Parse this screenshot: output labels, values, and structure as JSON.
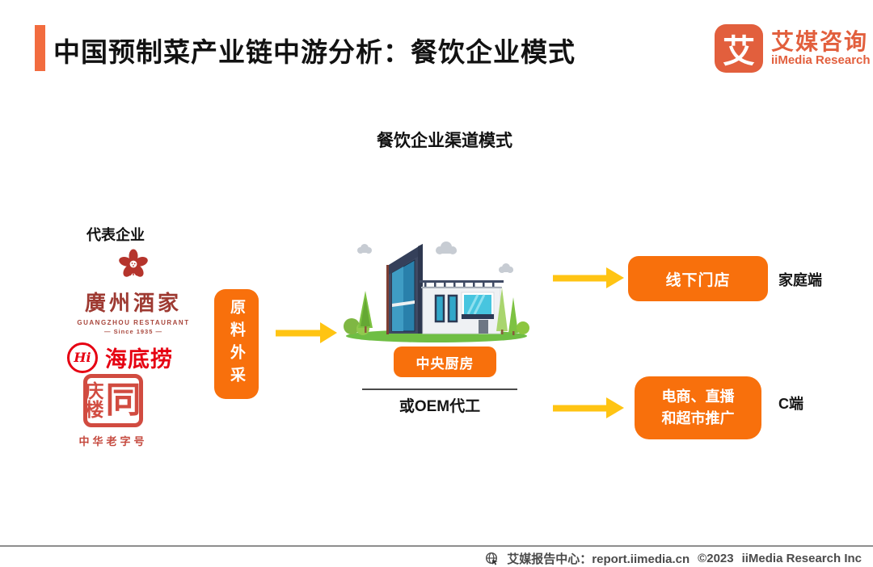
{
  "header": {
    "title": "中国预制菜产业链中游分析：餐饮企业模式"
  },
  "logo": {
    "glyph": "艾",
    "name_cn": "艾媒咨询",
    "name_en": "iiMedia Research",
    "color": "#E25F3D"
  },
  "diagram": {
    "subtitle": "餐饮企业渠道模式",
    "rep_label": "代表企业",
    "companies": {
      "guangzhou": {
        "name": "廣州酒家",
        "en": "GUANGZHOU RESTAURANT",
        "since": "— Since 1935 —"
      },
      "haidilao": {
        "badge": "Hi",
        "name": "海底捞"
      },
      "tongqinglou": {
        "left_top": "庆",
        "left_bottom": "楼",
        "right": "同",
        "tagline": "中华老字号"
      }
    },
    "source_box": "原料外采",
    "kitchen_label": "中央厨房",
    "oem_label": "或OEM代工",
    "channels": [
      {
        "label": "线下门店",
        "target": "家庭端"
      },
      {
        "label": "电商、直播\n和超市推广",
        "target": "C端"
      }
    ]
  },
  "footer": {
    "center": "艾媒报告中心：report.iimedia.cn",
    "copyright": "©2023",
    "company": "iiMedia Research Inc"
  },
  "colors": {
    "box_orange": "#F8700C",
    "accent_orange": "#F26C3F",
    "arrow_yellow": "#FFC413",
    "haidilao_red": "#E60012",
    "guangzhou_red": "#9E3A32",
    "seal_red": "#D14B40"
  }
}
